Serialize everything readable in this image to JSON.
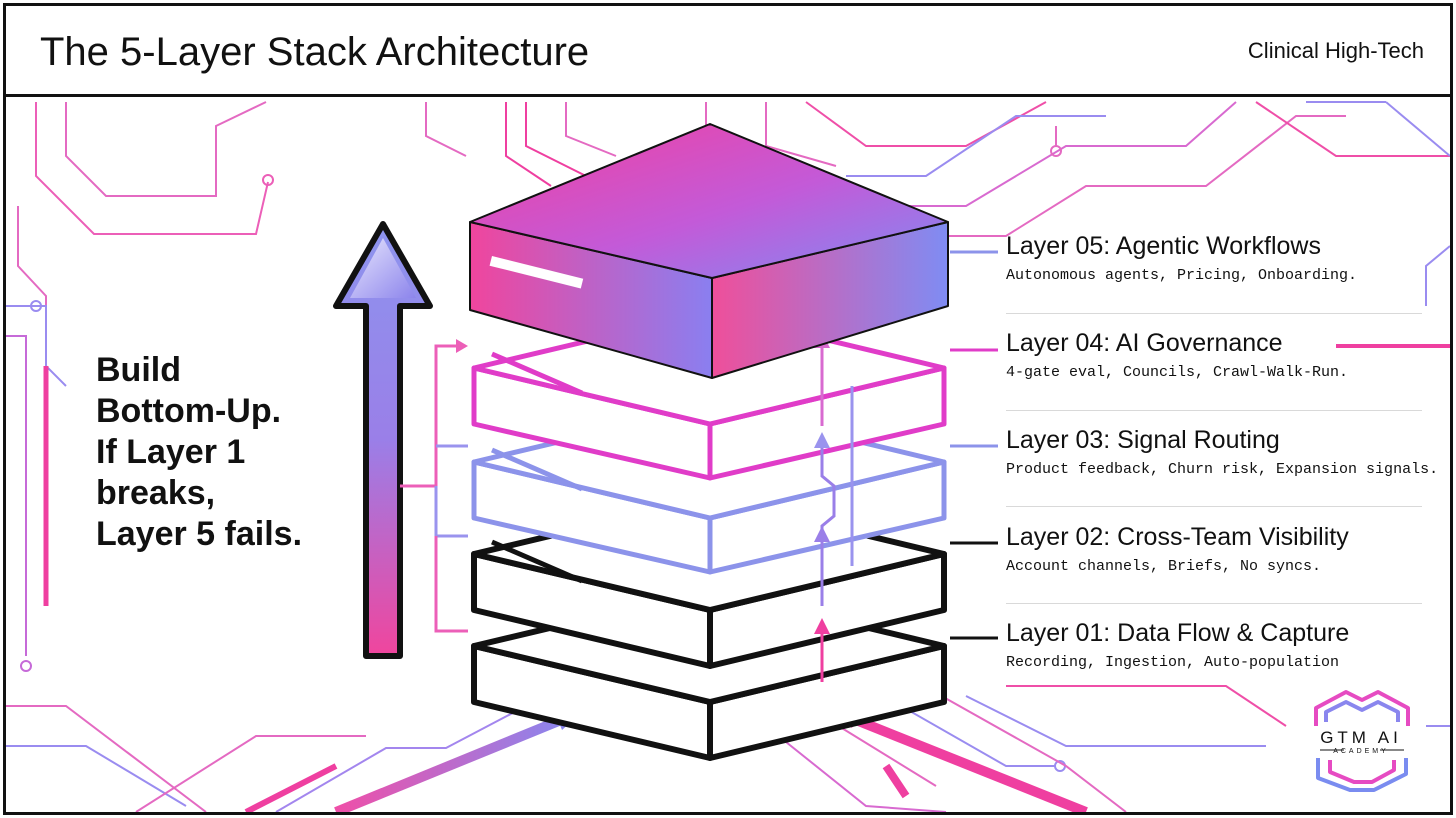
{
  "header": {
    "title": "The 5-Layer Stack Architecture",
    "style_label": "Clinical High-Tech"
  },
  "tagline": {
    "lines": [
      "Build",
      "Bottom-Up.",
      "If Layer 1",
      "breaks,",
      "Layer 5 fails."
    ]
  },
  "layers": [
    {
      "title": "Layer 05: Agentic Workflows",
      "description": "Autonomous agents, Pricing, Onboarding.",
      "color": "#7b86f0"
    },
    {
      "title": "Layer 04: AI Governance",
      "description": "4-gate eval, Councils, Crawl-Walk-Run.",
      "color": "#e03cc8"
    },
    {
      "title": "Layer 03: Signal Routing",
      "description": "Product feedback, Churn risk, Expansion signals.",
      "color": "#8c93ea"
    },
    {
      "title": "Layer 02: Cross-Team Visibility",
      "description": "Account channels, Briefs, No syncs.",
      "color": "#111111"
    },
    {
      "title": "Layer 01: Data Flow & Capture",
      "description": "Recording, Ingestion, Auto-population",
      "color": "#111111"
    }
  ],
  "logo": {
    "name": "GTM AI",
    "subtext": "ACADEMY"
  },
  "colors": {
    "magenta": "#ec3fb0",
    "violet": "#8a7cf0",
    "periwinkle": "#8c93ea",
    "ink": "#111111"
  },
  "icons": [
    "up-arrow-icon",
    "circuit-trace-decoration",
    "logo-icon"
  ]
}
